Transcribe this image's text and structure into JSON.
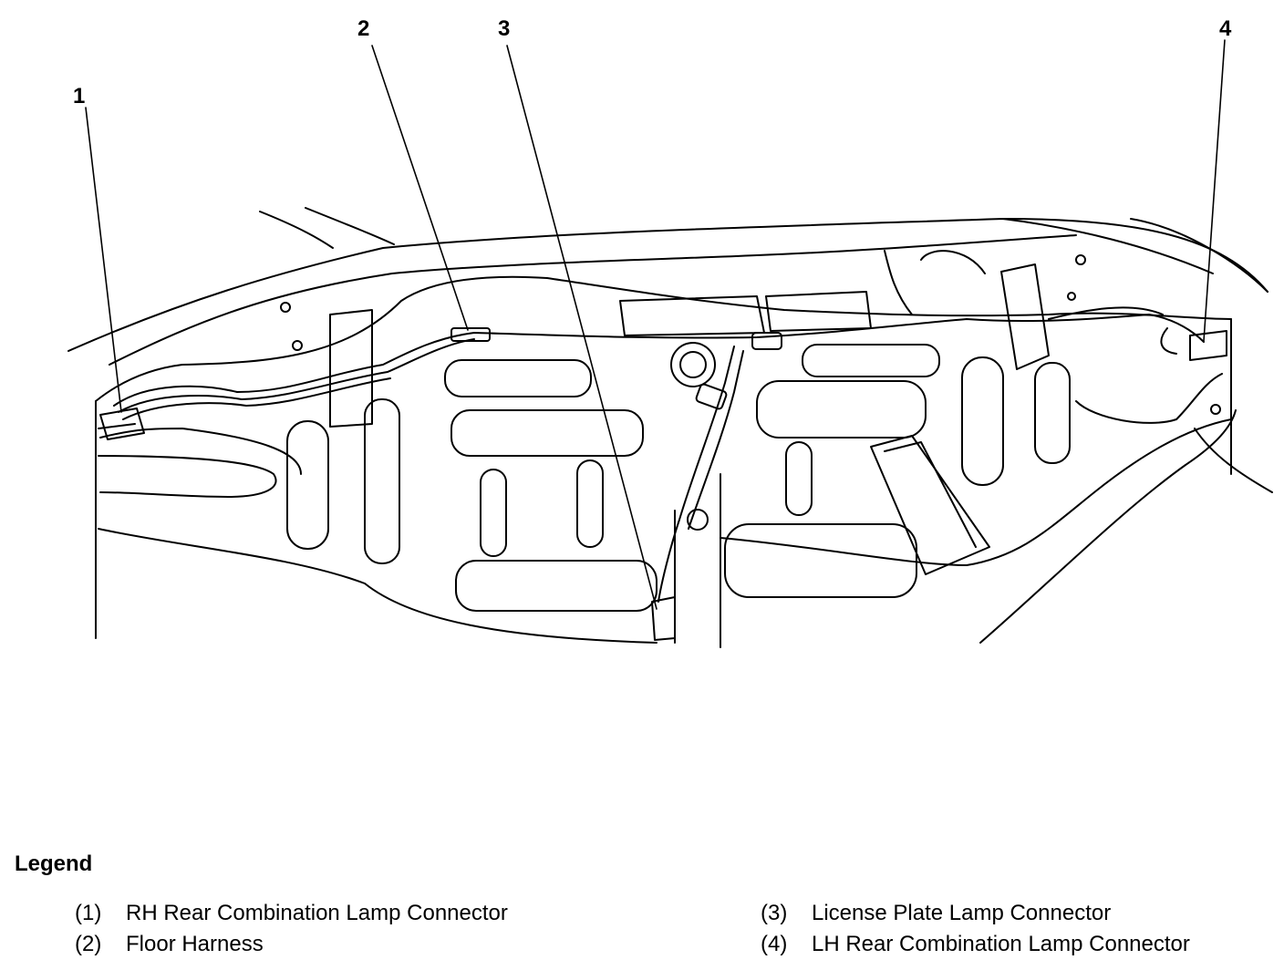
{
  "callouts": [
    "1",
    "2",
    "3",
    "4"
  ],
  "legend": {
    "title": "Legend",
    "items": [
      {
        "num": "(1)",
        "label": "RH Rear Combination Lamp Connector"
      },
      {
        "num": "(2)",
        "label": "Floor Harness"
      },
      {
        "num": "(3)",
        "label": "License Plate Lamp Connector"
      },
      {
        "num": "(4)",
        "label": "LH Rear Combination Lamp Connector"
      }
    ]
  }
}
